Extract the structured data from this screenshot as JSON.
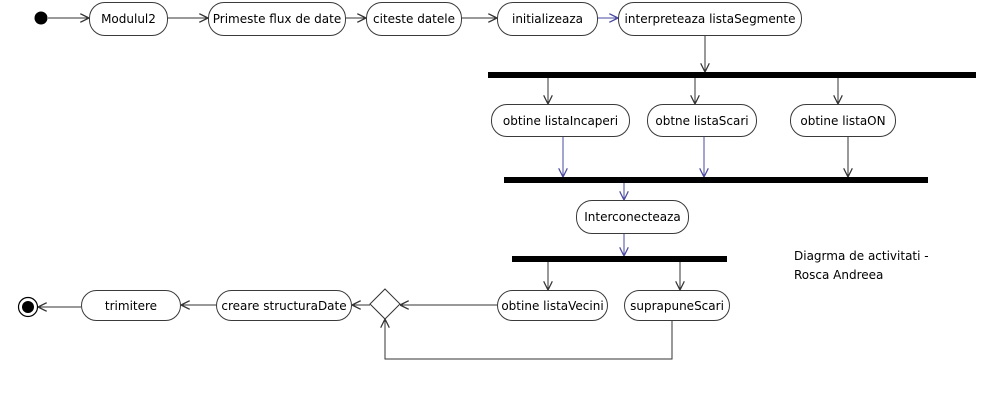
{
  "diagram": {
    "activities": {
      "modulul2": "Modulul2",
      "primeste": "Primeste flux de date",
      "citeste": "citeste datele",
      "initializeaza": "initializeaza",
      "interpreteaza": "interpreteaza listaSegmente",
      "incaperi": "obtine listaIncaperi",
      "scari": "obtne listaScari",
      "on": "obtine listaON",
      "interconecteaza": "Interconecteaza",
      "vecini": "obtine listaVecini",
      "suprapune": "suprapuneScari",
      "creare": "creare structuraDate",
      "trimitere": "trimitere"
    },
    "note": {
      "line1": "Diagrma de activitati -",
      "line2": "Rosca Andreea"
    }
  }
}
